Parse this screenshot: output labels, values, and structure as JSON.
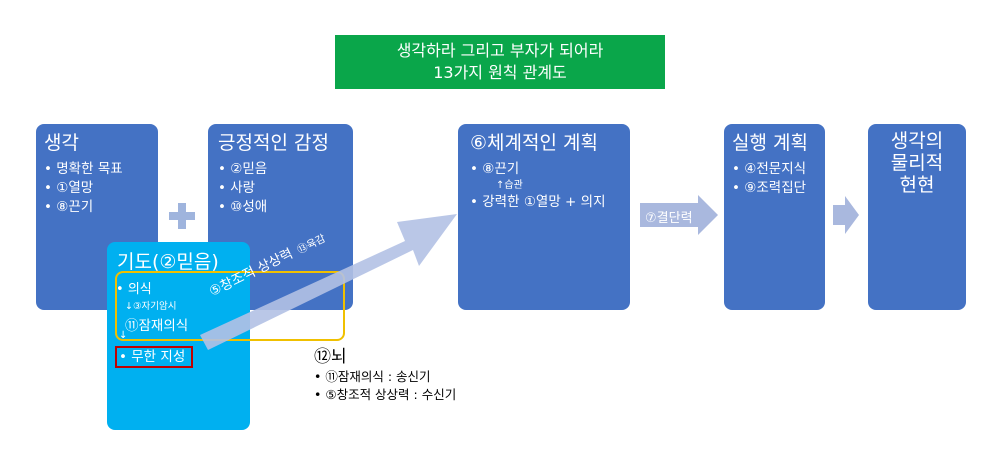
{
  "title": {
    "line1": "생각하라 그리고 부자가 되어라",
    "line2": "13가지 원칙 관계도"
  },
  "thinking": {
    "heading": "생각",
    "items": [
      "명확한 목표",
      "①열망",
      "⑧끈기"
    ]
  },
  "emotion": {
    "heading": "긍정적인 감정",
    "items": [
      "②믿음",
      "사랑",
      "⑩성애"
    ]
  },
  "prayer": {
    "heading": "기도(②믿음)",
    "items": [
      "의식",
      "⑪잠재의식",
      "무한 지성"
    ],
    "autosuggestion": "↓③자기암시",
    "small_arrow": "↓"
  },
  "arrow": {
    "label1": "⑤창조적 상상력",
    "label2": "⑬육감"
  },
  "plan": {
    "heading": "⑥체계적인 계획",
    "item1": "⑧끈기",
    "habit": "↑습관",
    "item2": "강력한 ①열망 + 의지"
  },
  "decision": "⑦결단력",
  "execution": {
    "heading": "실행 계획",
    "items": [
      "④전문지식",
      "⑨조력집단"
    ]
  },
  "result": {
    "line1": "생각의",
    "line2": "물리적",
    "line3": "현현"
  },
  "brain": {
    "heading": "⑫뇌",
    "lines": [
      "⑪잠재의식 : 송신기",
      "⑤창조적 상상력 : 수신기"
    ]
  },
  "colors": {
    "title_bg": "#0aa64a",
    "box": "#4472c4",
    "prayer": "#00b0f0",
    "highlight": "#f0c000",
    "outline_red": "#c00000",
    "arrow": "#a9b8de"
  }
}
